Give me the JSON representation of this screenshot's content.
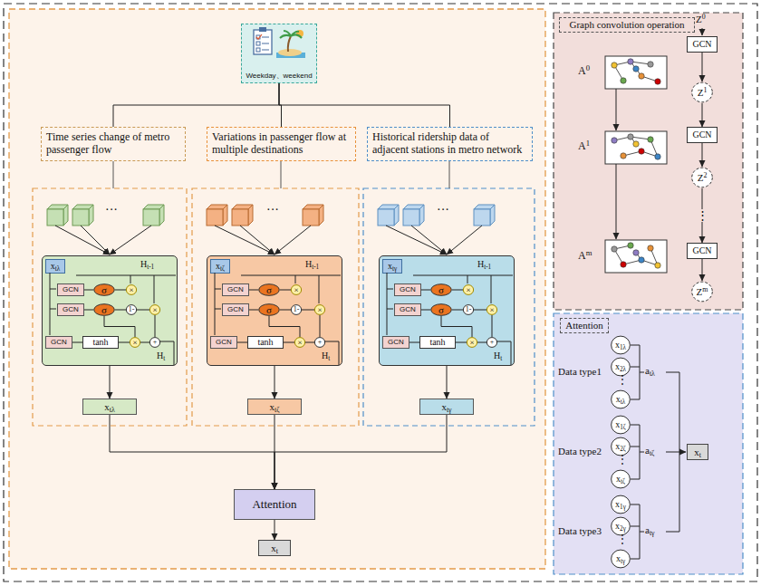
{
  "diagram": {
    "nodes": [
      {
        "text": [
          "Weekday、weekend"
        ]
      },
      {
        "text": [
          "Time series change of metro passenger flow"
        ]
      },
      {
        "text": [
          "Variations in passenger flow at multiple destinations"
        ]
      },
      {
        "text": [
          "Historical ridership data of adjacent stations in metro network"
        ]
      },
      {
        "text": [
          "Ht-1",
          "Ht"
        ]
      },
      {
        "text": [
          "xtλ"
        ],
        "in": 4
      },
      {
        "text": [
          "GCN"
        ],
        "in": 4
      },
      {
        "text": [
          "GCN"
        ],
        "in": 4
      },
      {
        "text": [
          "GCN"
        ],
        "in": 4
      },
      {
        "text": [
          "σ"
        ],
        "in": 4
      },
      {
        "text": [
          "σ"
        ],
        "in": 4
      },
      {
        "text": [
          "×"
        ],
        "in": 4
      },
      {
        "text": [
          "1-"
        ],
        "in": 4
      },
      {
        "text": [
          "×"
        ],
        "in": 4
      },
      {
        "text": [
          "tanh"
        ],
        "in": 4
      },
      {
        "text": [
          "×"
        ],
        "in": 4
      },
      {
        "text": [
          "+"
        ],
        "in": 4
      },
      {
        "text": [
          "Ht-1",
          "Ht"
        ]
      },
      {
        "text": [
          "xtζ"
        ],
        "in": 17
      },
      {
        "text": [
          "GCN"
        ],
        "in": 17
      },
      {
        "text": [
          "GCN"
        ],
        "in": 17
      },
      {
        "text": [
          "GCN"
        ],
        "in": 17
      },
      {
        "text": [
          "σ"
        ],
        "in": 17
      },
      {
        "text": [
          "σ"
        ],
        "in": 17
      },
      {
        "text": [
          "×"
        ],
        "in": 17
      },
      {
        "text": [
          "1-"
        ],
        "in": 17
      },
      {
        "text": [
          "×"
        ],
        "in": 17
      },
      {
        "text": [
          "tanh"
        ],
        "in": 17
      },
      {
        "text": [
          "×"
        ],
        "in": 17
      },
      {
        "text": [
          "+"
        ],
        "in": 17
      },
      {
        "text": [
          "Ht-1",
          "Ht"
        ]
      },
      {
        "text": [
          "xtγ"
        ],
        "in": 30
      },
      {
        "text": [
          "GCN"
        ],
        "in": 30
      },
      {
        "text": [
          "GCN"
        ],
        "in": 30
      },
      {
        "text": [
          "GCN"
        ],
        "in": 30
      },
      {
        "text": [
          "σ"
        ],
        "in": 30
      },
      {
        "text": [
          "σ"
        ],
        "in": 30
      },
      {
        "text": [
          "×"
        ],
        "in": 30
      },
      {
        "text": [
          "1-"
        ],
        "in": 30
      },
      {
        "text": [
          "×"
        ],
        "in": 30
      },
      {
        "text": [
          "tanh"
        ],
        "in": 30
      },
      {
        "text": [
          "×"
        ],
        "in": 30
      },
      {
        "text": [
          "+"
        ],
        "in": 30
      },
      {
        "text": [
          "xtλ"
        ]
      },
      {
        "text": [
          "xtζ"
        ]
      },
      {
        "text": [
          "xtγ"
        ]
      },
      {
        "text": [
          "Attention"
        ]
      },
      {
        "text": [
          "xt"
        ]
      },
      {
        "text": [
          "Graph convolution operation"
        ]
      },
      {
        "text": [
          "GCN"
        ]
      },
      {
        "text": [
          "GCN"
        ]
      },
      {
        "text": [
          "GCN"
        ]
      },
      {
        "text": [
          "Z1"
        ]
      },
      {
        "text": [
          "Z2"
        ]
      },
      {
        "text": [
          "Zm"
        ]
      },
      {
        "text": [
          "Attention"
        ]
      },
      {
        "text": [
          "x1λ"
        ]
      },
      {
        "text": [
          "x2λ"
        ]
      },
      {
        "text": [
          "xtλ"
        ]
      },
      {
        "text": [
          "x1ζ"
        ]
      },
      {
        "text": [
          "x2ζ"
        ]
      },
      {
        "text": [
          "xtζ"
        ]
      },
      {
        "text": [
          "x1γ"
        ]
      },
      {
        "text": [
          "x2γ"
        ]
      },
      {
        "text": [
          "xtγ"
        ]
      },
      {
        "text": [
          "xt"
        ]
      }
    ],
    "edges": [
      {
        "from": 6,
        "to": 9,
        "arrow": "none"
      },
      {
        "from": 7,
        "to": 10,
        "arrow": "none"
      },
      {
        "from": 8,
        "to": 14,
        "arrow": "none"
      },
      {
        "from": 9,
        "to": 11,
        "arrow": "none"
      },
      {
        "from": 10,
        "to": 12,
        "arrow": "none"
      },
      {
        "from": 12,
        "to": 13,
        "arrow": "none"
      },
      {
        "from": 10,
        "to": 15,
        "arrow": "none"
      },
      {
        "from": 14,
        "to": 15,
        "arrow": "none"
      },
      {
        "from": 15,
        "to": 16,
        "arrow": "none"
      },
      {
        "from": 13,
        "to": 16,
        "arrow": "none"
      },
      {
        "from": 19,
        "to": 22,
        "arrow": "none"
      },
      {
        "from": 20,
        "to": 23,
        "arrow": "none"
      },
      {
        "from": 21,
        "to": 27,
        "arrow": "none"
      },
      {
        "from": 22,
        "to": 24,
        "arrow": "none"
      },
      {
        "from": 23,
        "to": 25,
        "arrow": "none"
      },
      {
        "from": 25,
        "to": 26,
        "arrow": "none"
      },
      {
        "from": 23,
        "to": 28,
        "arrow": "none"
      },
      {
        "from": 27,
        "to": 28,
        "arrow": "none"
      },
      {
        "from": 28,
        "to": 29,
        "arrow": "none"
      },
      {
        "from": 26,
        "to": 29,
        "arrow": "none"
      },
      {
        "from": 32,
        "to": 35,
        "arrow": "none"
      },
      {
        "from": 33,
        "to": 36,
        "arrow": "none"
      },
      {
        "from": 34,
        "to": 40,
        "arrow": "none"
      },
      {
        "from": 35,
        "to": 37,
        "arrow": "none"
      },
      {
        "from": 36,
        "to": 38,
        "arrow": "none"
      },
      {
        "from": 38,
        "to": 39,
        "arrow": "none"
      },
      {
        "from": 36,
        "to": 41,
        "arrow": "none"
      },
      {
        "from": 40,
        "to": 41,
        "arrow": "none"
      },
      {
        "from": 41,
        "to": 42,
        "arrow": "none"
      },
      {
        "from": 39,
        "to": 42,
        "arrow": "none"
      },
      {
        "from": 0,
        "to": 1,
        "arrow": "none"
      },
      {
        "from": 0,
        "to": 2,
        "arrow": "none"
      },
      {
        "from": 0,
        "to": 3,
        "arrow": "none"
      },
      {
        "from": 4,
        "to": 43,
        "arrow": "to"
      },
      {
        "from": 17,
        "to": 44,
        "arrow": "to"
      },
      {
        "from": 30,
        "to": 45,
        "arrow": "to"
      },
      {
        "from": 43,
        "to": 46,
        "arrow": "to"
      },
      {
        "from": 44,
        "to": 46,
        "arrow": "to"
      },
      {
        "from": 45,
        "to": 46,
        "arrow": "to"
      },
      {
        "from": 46,
        "to": 47,
        "arrow": "to"
      },
      {
        "from": 49,
        "to": 52,
        "arrow": "to"
      },
      {
        "from": 52,
        "to": 50,
        "arrow": "to"
      },
      {
        "from": 50,
        "to": 53,
        "arrow": "to"
      },
      {
        "from": 53,
        "to": 51,
        "label": "⋮",
        "arrow": "to"
      },
      {
        "from": 51,
        "to": 54,
        "arrow": "to"
      }
    ],
    "labels": [
      "···",
      "···",
      "···",
      "Data type1",
      "Data type2",
      "Data type3",
      "A0",
      "A1",
      "Am",
      "Z0",
      "⋮",
      "⋮",
      "⋮",
      "atλ",
      "atζ",
      "atγ"
    ]
  }
}
